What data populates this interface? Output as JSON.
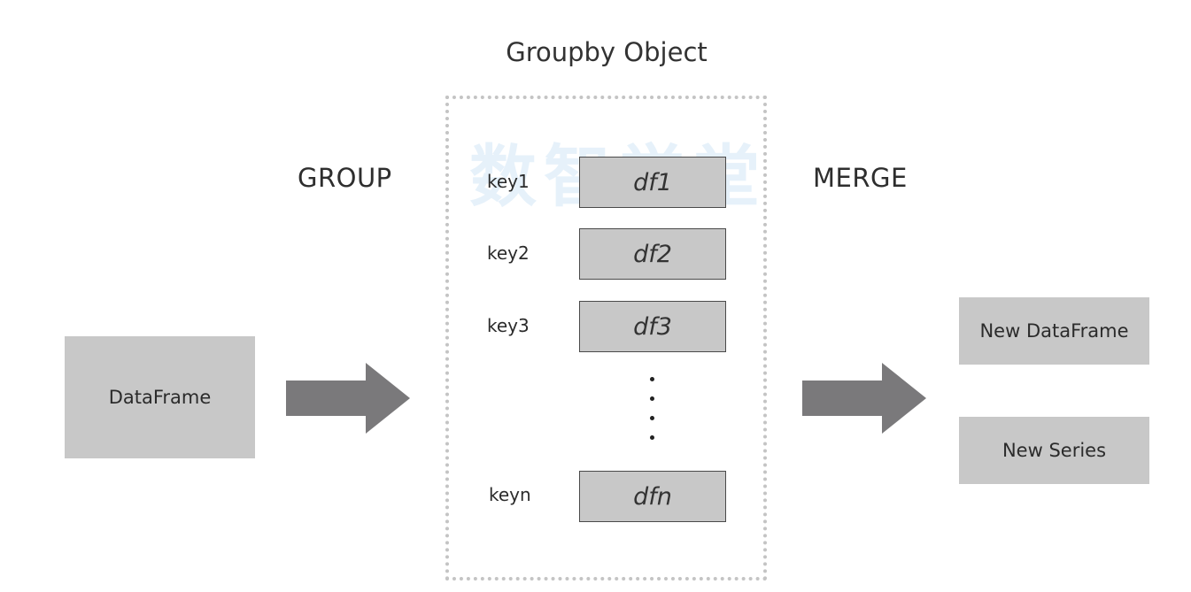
{
  "title": "Groupby Object",
  "labels": {
    "group": "GROUP",
    "merge": "MERGE"
  },
  "watermark": "数智学堂",
  "input": {
    "label": "DataFrame"
  },
  "groups": [
    {
      "key": "key1",
      "df": "df1"
    },
    {
      "key": "key2",
      "df": "df2"
    },
    {
      "key": "key3",
      "df": "df3"
    },
    {
      "key": "keyn",
      "df": "dfn"
    }
  ],
  "outputs": [
    {
      "label": "New DataFrame"
    },
    {
      "label": "New Series"
    }
  ],
  "colors": {
    "box_fill": "#c8c8c8",
    "arrow_fill": "#7a797b",
    "frame_border": "#c4c4c4"
  }
}
